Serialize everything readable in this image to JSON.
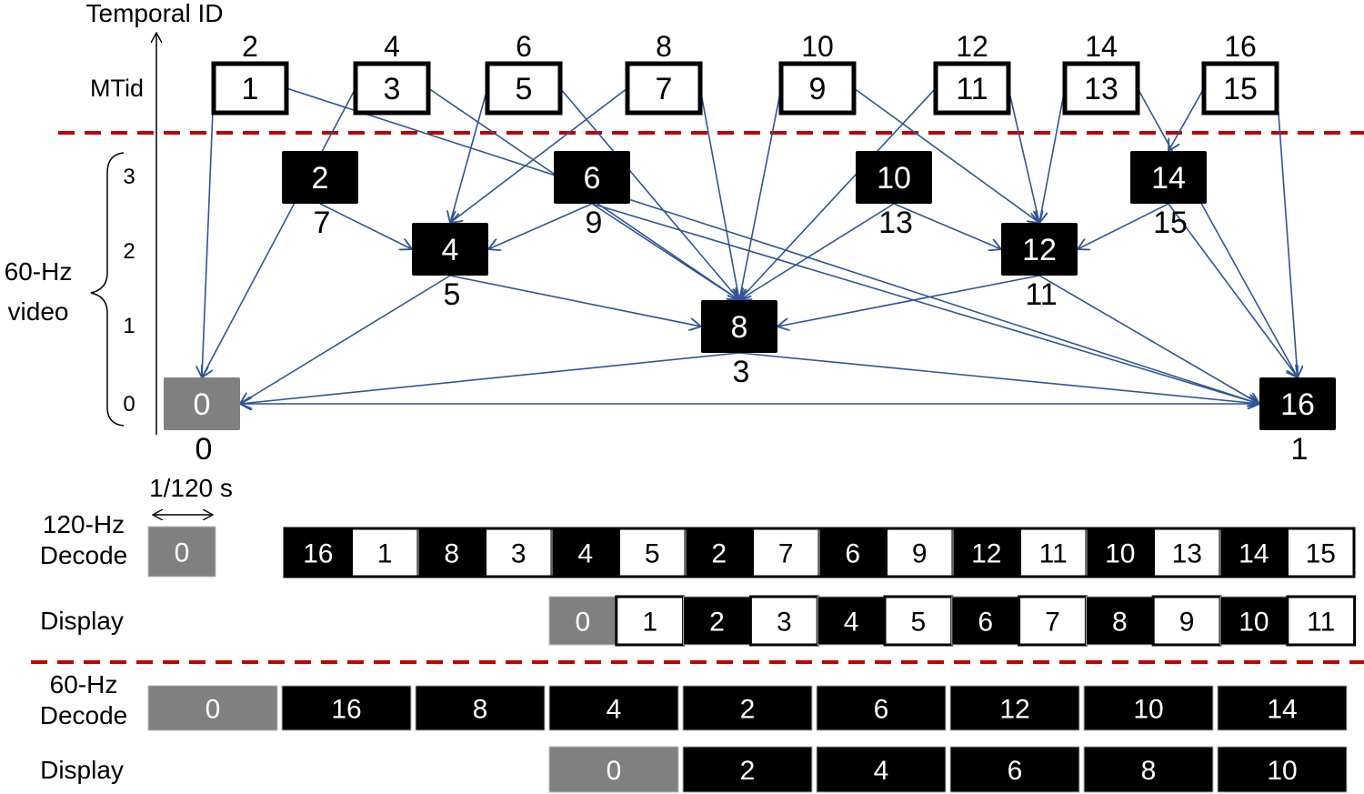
{
  "axis": {
    "title": "Temporal ID",
    "mtid_label": "MTid",
    "group_label_line1": "60-Hz",
    "group_label_line2": "video",
    "levels": [
      "0",
      "1",
      "2",
      "3"
    ]
  },
  "colors": {
    "arrow": "#2f5597",
    "divider": "#c00000",
    "frame_black": "#000000",
    "frame_gray": "#808080",
    "frame_white": "#ffffff"
  },
  "mtid_frames": [
    {
      "poc": "1",
      "decode_order": "2"
    },
    {
      "poc": "3",
      "decode_order": "4"
    },
    {
      "poc": "5",
      "decode_order": "6"
    },
    {
      "poc": "7",
      "decode_order": "8"
    },
    {
      "poc": "9",
      "decode_order": "10"
    },
    {
      "poc": "11",
      "decode_order": "12"
    },
    {
      "poc": "13",
      "decode_order": "14"
    },
    {
      "poc": "15",
      "decode_order": "16"
    }
  ],
  "base_frames": [
    {
      "poc": "0",
      "decode_order": "0",
      "tid": 0,
      "style": "gray"
    },
    {
      "poc": "2",
      "decode_order": "7",
      "tid": 3,
      "style": "black"
    },
    {
      "poc": "4",
      "decode_order": "5",
      "tid": 2,
      "style": "black"
    },
    {
      "poc": "6",
      "decode_order": "9",
      "tid": 3,
      "style": "black"
    },
    {
      "poc": "8",
      "decode_order": "3",
      "tid": 1,
      "style": "black"
    },
    {
      "poc": "10",
      "decode_order": "13",
      "tid": 3,
      "style": "black"
    },
    {
      "poc": "12",
      "decode_order": "11",
      "tid": 2,
      "style": "black"
    },
    {
      "poc": "14",
      "decode_order": "15",
      "tid": 3,
      "style": "black"
    },
    {
      "poc": "16",
      "decode_order": "1",
      "tid": 0,
      "style": "black"
    }
  ],
  "references": [
    [
      "1",
      "0"
    ],
    [
      "3",
      "0"
    ],
    [
      "1",
      "16"
    ],
    [
      "3",
      "8"
    ],
    [
      "5",
      "4"
    ],
    [
      "5",
      "8"
    ],
    [
      "7",
      "4"
    ],
    [
      "7",
      "8"
    ],
    [
      "9",
      "8"
    ],
    [
      "9",
      "12"
    ],
    [
      "11",
      "8"
    ],
    [
      "11",
      "12"
    ],
    [
      "13",
      "12"
    ],
    [
      "13",
      "16"
    ],
    [
      "15",
      "14"
    ],
    [
      "15",
      "16"
    ],
    [
      "2",
      "4"
    ],
    [
      "4",
      "0"
    ],
    [
      "4",
      "8"
    ],
    [
      "6",
      "4"
    ],
    [
      "6",
      "8"
    ],
    [
      "6",
      "16"
    ],
    [
      "8",
      "0"
    ],
    [
      "8",
      "16"
    ],
    [
      "10",
      "8"
    ],
    [
      "10",
      "12"
    ],
    [
      "12",
      "8"
    ],
    [
      "12",
      "16"
    ],
    [
      "14",
      "12"
    ],
    [
      "14",
      "16"
    ],
    [
      "16",
      "0"
    ]
  ],
  "timeline_120": {
    "interval_label": "1/120 s",
    "decode_label_line1": "120-Hz",
    "decode_label_line2": "Decode",
    "display_label": "Display",
    "decode_first": {
      "value": "0",
      "style": "gray"
    },
    "decode": [
      {
        "value": "16",
        "style": "black"
      },
      {
        "value": "1",
        "style": "white"
      },
      {
        "value": "8",
        "style": "black"
      },
      {
        "value": "3",
        "style": "white"
      },
      {
        "value": "4",
        "style": "black"
      },
      {
        "value": "5",
        "style": "white"
      },
      {
        "value": "2",
        "style": "black"
      },
      {
        "value": "7",
        "style": "white"
      },
      {
        "value": "6",
        "style": "black"
      },
      {
        "value": "9",
        "style": "white"
      },
      {
        "value": "12",
        "style": "black"
      },
      {
        "value": "11",
        "style": "white"
      },
      {
        "value": "10",
        "style": "black"
      },
      {
        "value": "13",
        "style": "white"
      },
      {
        "value": "14",
        "style": "black"
      },
      {
        "value": "15",
        "style": "white"
      }
    ],
    "display": [
      {
        "value": "0",
        "style": "gray"
      },
      {
        "value": "1",
        "style": "white"
      },
      {
        "value": "2",
        "style": "black"
      },
      {
        "value": "3",
        "style": "white"
      },
      {
        "value": "4",
        "style": "black"
      },
      {
        "value": "5",
        "style": "white"
      },
      {
        "value": "6",
        "style": "black"
      },
      {
        "value": "7",
        "style": "white"
      },
      {
        "value": "8",
        "style": "black"
      },
      {
        "value": "9",
        "style": "white"
      },
      {
        "value": "10",
        "style": "black"
      },
      {
        "value": "11",
        "style": "white"
      }
    ]
  },
  "timeline_60": {
    "decode_label_line1": "60-Hz",
    "decode_label_line2": "Decode",
    "display_label": "Display",
    "decode": [
      {
        "value": "0",
        "style": "gray"
      },
      {
        "value": "16",
        "style": "black"
      },
      {
        "value": "8",
        "style": "black"
      },
      {
        "value": "4",
        "style": "black"
      },
      {
        "value": "2",
        "style": "black"
      },
      {
        "value": "6",
        "style": "black"
      },
      {
        "value": "12",
        "style": "black"
      },
      {
        "value": "10",
        "style": "black"
      },
      {
        "value": "14",
        "style": "black"
      }
    ],
    "display": [
      {
        "value": "0",
        "style": "gray"
      },
      {
        "value": "2",
        "style": "black"
      },
      {
        "value": "4",
        "style": "black"
      },
      {
        "value": "6",
        "style": "black"
      },
      {
        "value": "8",
        "style": "black"
      },
      {
        "value": "10",
        "style": "black"
      }
    ]
  }
}
